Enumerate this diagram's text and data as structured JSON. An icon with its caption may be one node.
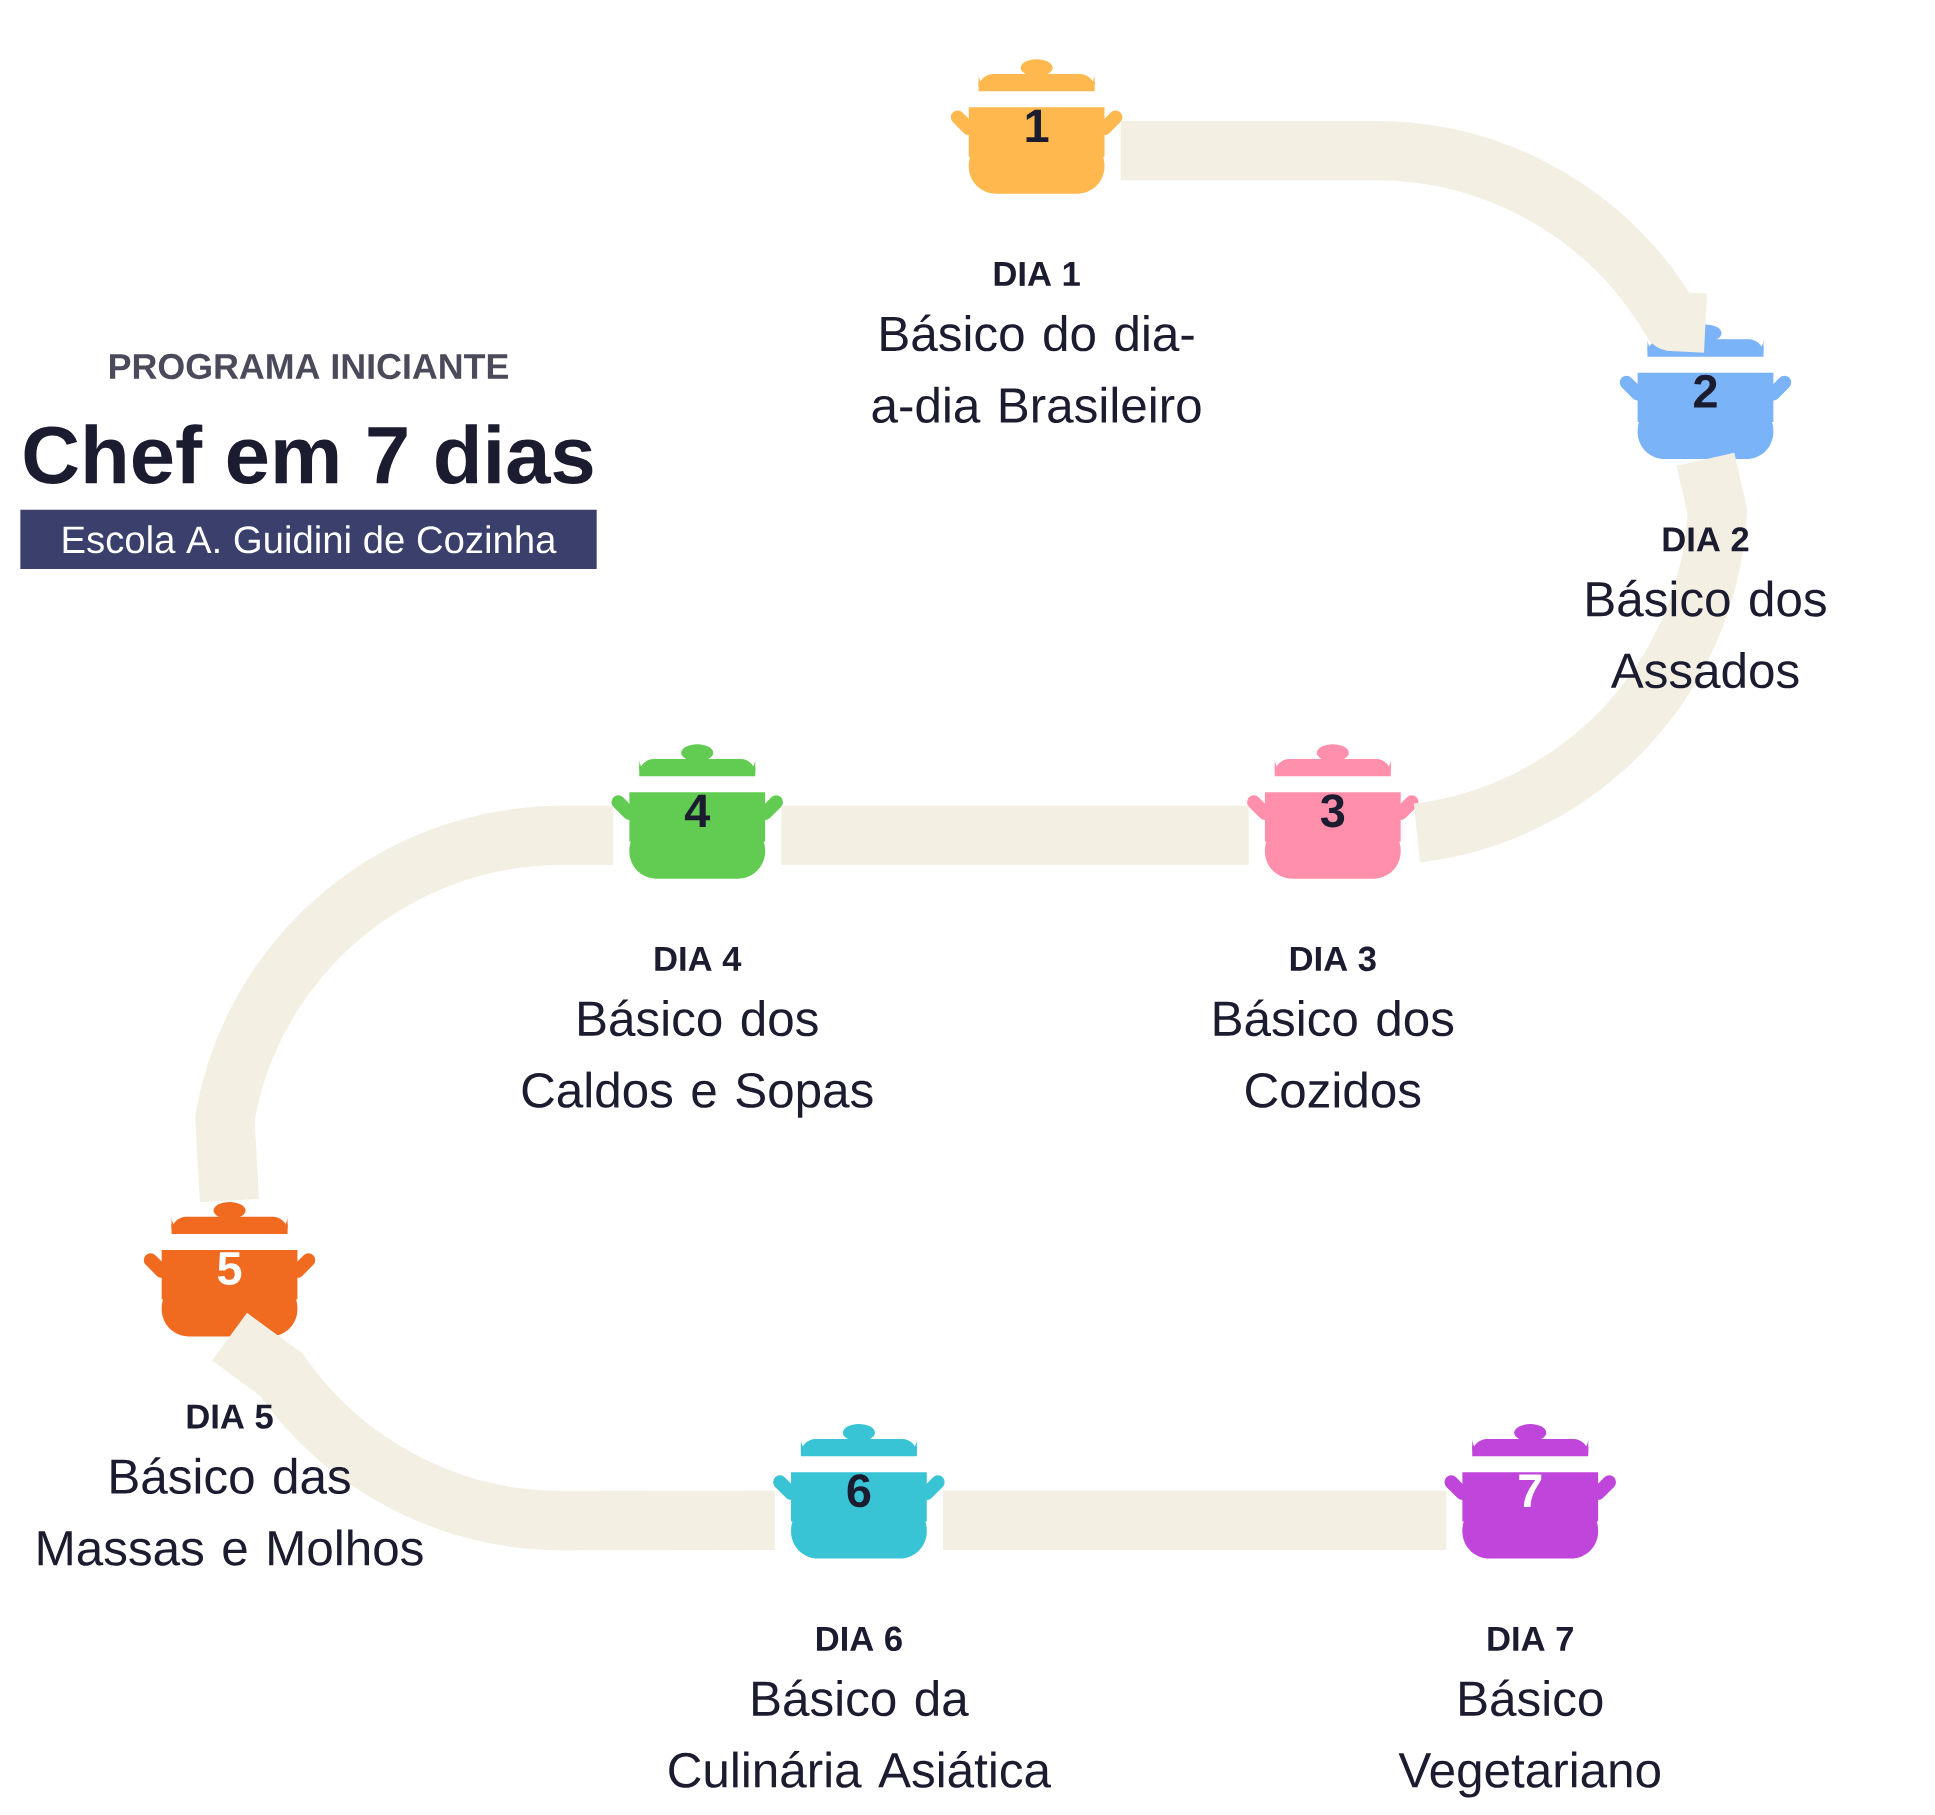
{
  "diagram": {
    "title": "Chef em 7 dias",
    "nodes": [
      {
        "text": [
          "Escola A. Guidini de Cozinha"
        ]
      },
      {
        "text": [
          "1"
        ],
        "beside": [
          "DIA 1",
          "Básico do dia-a-dia Brasileiro"
        ]
      },
      {
        "text": [
          "2"
        ],
        "beside": [
          "DIA 2",
          "Básico dos Assados"
        ]
      },
      {
        "text": [
          "3"
        ],
        "beside": [
          "DIA 3",
          "Básico dos Cozidos"
        ]
      },
      {
        "text": [
          "4"
        ],
        "beside": [
          "DIA 4",
          "Básico dos Caldos e Sopas"
        ]
      },
      {
        "text": [
          "5"
        ],
        "beside": [
          "DIA 5",
          "Básico das Massas e Molhos"
        ]
      },
      {
        "text": [
          "6"
        ],
        "beside": [
          "DIA 6",
          "Básico da Culinária Asiática"
        ]
      },
      {
        "text": [
          "7"
        ],
        "beside": [
          "DIA 7",
          "Básico Vegetariano"
        ]
      }
    ],
    "edges": [
      {
        "from": 1,
        "to": 2,
        "arrow": "none"
      },
      {
        "from": 2,
        "to": 3,
        "arrow": "none"
      },
      {
        "from": 3,
        "to": 4,
        "arrow": "none"
      },
      {
        "from": 4,
        "to": 5,
        "arrow": "none"
      },
      {
        "from": 5,
        "to": 6,
        "arrow": "none"
      },
      {
        "from": 6,
        "to": 7,
        "arrow": "none"
      }
    ],
    "labels": [
      "PROGRAMA INICIANTE"
    ]
  }
}
